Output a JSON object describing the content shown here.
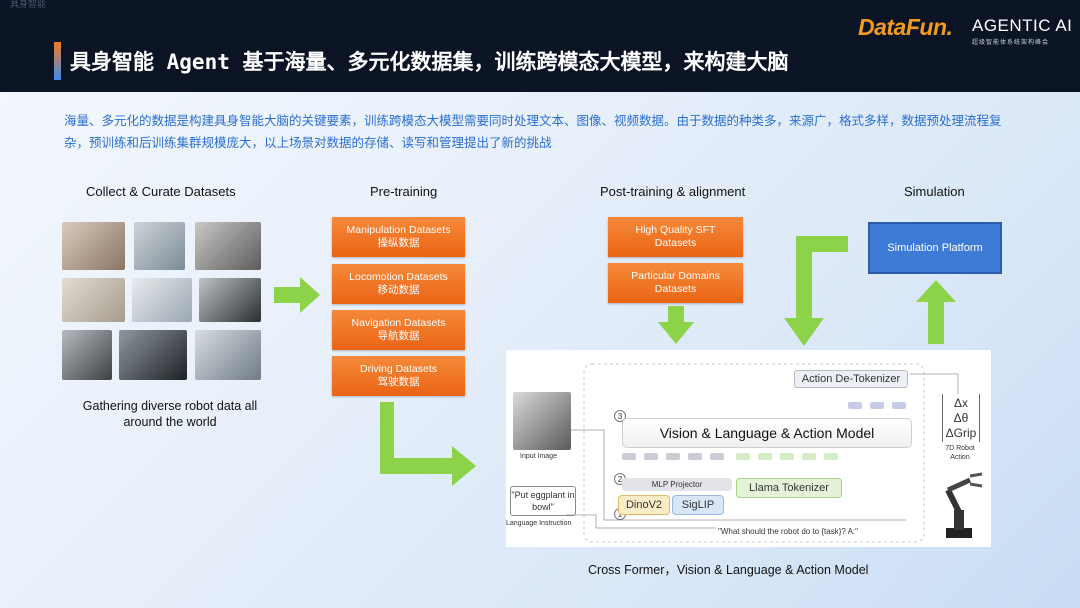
{
  "header": {
    "corner_label": "具身智能",
    "title": "具身智能 Agent 基于海量、多元化数据集，训练跨模态大模型，来构建大脑",
    "logo_primary": "DataFun.",
    "logo_secondary": "AGENTIC AI",
    "logo_secondary_sub": "超级智能体系统架构峰会"
  },
  "intro": "海量、多元化的数据是构建具身智能大脑的关键要素，训练跨模态大模型需要同时处理文本、图像、视频数据。由于数据的种类多，来源广，格式多样，数据预处理流程复杂，预训练和后训练集群规模庞大，以上场景对数据的存储、读写和管理提出了新的挑战",
  "columns": {
    "collect": "Collect & Curate Datasets",
    "pretrain": "Pre-training",
    "posttrain": "Post-training & alignment",
    "simulation": "Simulation"
  },
  "collect_caption": "Gathering diverse robot data all around the world",
  "pretrain_boxes": [
    {
      "en": "Manipulation Datasets",
      "zh": "操纵数据"
    },
    {
      "en": "Locomotion Datasets",
      "zh": "移动数据"
    },
    {
      "en": "Navigation Datasets",
      "zh": "导航数据"
    },
    {
      "en": "Driving Datasets",
      "zh": "驾驶数据"
    }
  ],
  "posttrain_boxes": [
    {
      "line1": "High Quality SFT",
      "line2": "Datasets"
    },
    {
      "line1": "Particular Domains",
      "line2": "Datasets"
    }
  ],
  "simulation_platform": "Simulation Platform",
  "diagram": {
    "detokenizer": "Action De-Tokenizer",
    "vla_model": "Vision & Language & Action Model",
    "mlp_projector": "MLP Projector",
    "dinov2": "DinoV2",
    "siglip": "SigLIP",
    "llama_tokenizer": "Llama Tokenizer",
    "input_image": "Input Image",
    "instruction_text": "\"Put eggplant in bowl\"",
    "instruction_label": "Language Instruction",
    "prompt": "\"What should the robot do to {task}? A:\"",
    "step1": "1",
    "step2": "2",
    "step3": "3",
    "action_dx": "Δx",
    "action_dtheta": "Δθ",
    "action_dgrip": "ΔGrip",
    "action_label": "7D Robot Action"
  },
  "bottom_caption": "Cross Former，Vision & Language & Action Model",
  "colors": {
    "header_bg": "#0b1424",
    "orange_box": "#ea6414",
    "green_arrow": "#8cd34a",
    "sim_blue": "#3e7bd6",
    "intro_text": "#2a6fd0"
  }
}
